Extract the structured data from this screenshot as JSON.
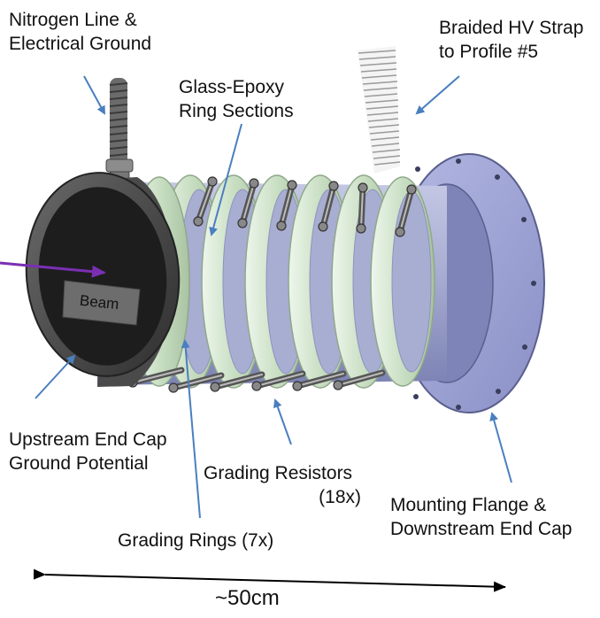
{
  "labels": {
    "nitrogen": [
      "Nitrogen Line &",
      "Electrical Ground"
    ],
    "glass_epoxy": [
      "Glass-Epoxy",
      "Ring Sections"
    ],
    "braided_strap": [
      "Braided HV Strap",
      "to Profile #5"
    ],
    "upstream_cap": [
      "Upstream End Cap",
      "Ground Potential"
    ],
    "grading_resistors": [
      "Grading Resistors",
      "(18x)"
    ],
    "mounting_flange": [
      "Mounting Flange &",
      "Downstream End Cap"
    ],
    "grading_rings": "Grading Rings (7x)",
    "beam": "Beam",
    "scale": "~50cm"
  },
  "colors": {
    "ring_green": "#cfe3c9",
    "body_blue": "#a7acd0",
    "flange_blue": "#9da3d8",
    "end_cap": "#3d3d3d",
    "end_face": "#1d1d1d",
    "beam_arrow": "#7a2fb3",
    "callout": "#4a7fc0"
  }
}
